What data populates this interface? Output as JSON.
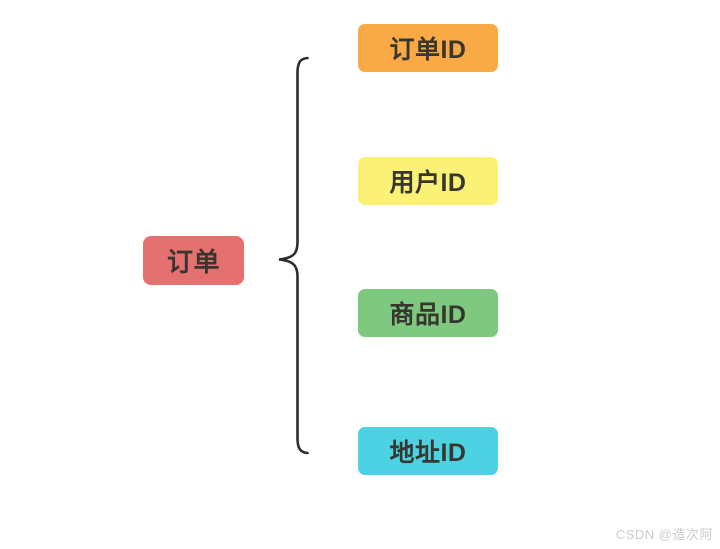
{
  "page": {
    "background": "#ffffff",
    "watermark": "CSDN @造次阿",
    "watermark_color": "#cbcbcb"
  },
  "diagram": {
    "type": "mindmap-brace",
    "text_color": "#38372F",
    "root": {
      "label": "订单",
      "color": "#E57070"
    },
    "children": [
      {
        "label": "订单ID",
        "color": "#F9A945"
      },
      {
        "label": "用户ID",
        "color": "#FAF176"
      },
      {
        "label": "商品ID",
        "color": "#7EC97F"
      },
      {
        "label": "地址ID",
        "color": "#4DD2E4"
      }
    ],
    "connector": {
      "shape": "curly-brace",
      "color": "#2E2D29"
    }
  }
}
